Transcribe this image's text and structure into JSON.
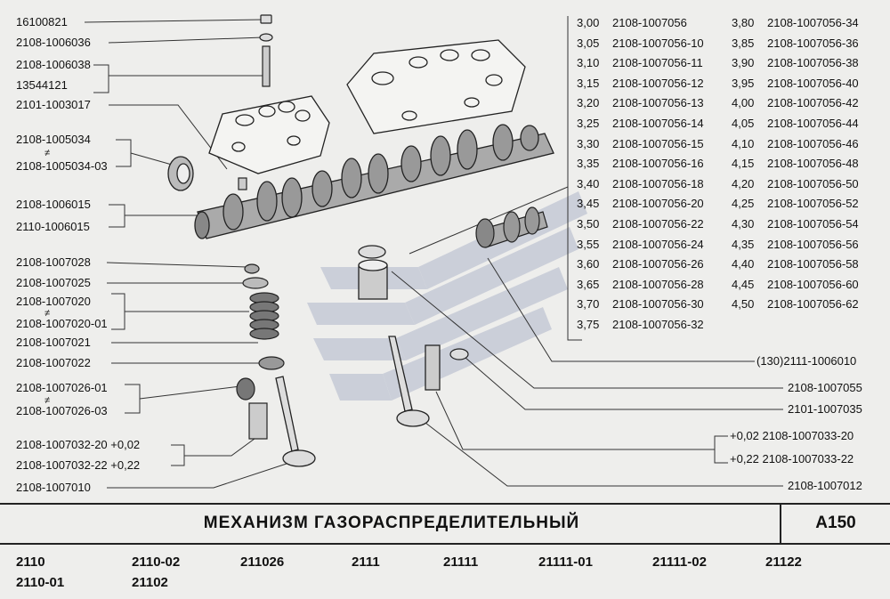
{
  "labels_left": [
    "16100821",
    "2108-1006036",
    "2108-1006038",
    "13544121",
    "2101-1003017",
    "2108-1005034",
    "≠",
    "2108-1005034-03",
    "2108-1006015",
    "2110-1006015",
    "2108-1007028",
    "2108-1007025",
    "2108-1007020",
    "≠",
    "2108-1007020-01",
    "2108-1007021",
    "2108-1007022",
    "2108-1007026-01",
    "≠",
    "2108-1007026-03",
    "2108-1007032-20  +0,02",
    "2108-1007032-22  +0,22",
    "2108-1007010"
  ],
  "labels_right": [
    "(130)2111-1006010",
    "2108-1007055",
    "2101-1007035",
    "+0,02  2108-1007033-20",
    "+0,22  2108-1007033-22",
    "2108-1007012"
  ],
  "shim_table": [
    [
      "3,00",
      "2108-1007056",
      "3,80",
      "2108-1007056-34"
    ],
    [
      "3,05",
      "2108-1007056-10",
      "3,85",
      "2108-1007056-36"
    ],
    [
      "3,10",
      "2108-1007056-11",
      "3,90",
      "2108-1007056-38"
    ],
    [
      "3,15",
      "2108-1007056-12",
      "3,95",
      "2108-1007056-40"
    ],
    [
      "3,20",
      "2108-1007056-13",
      "4,00",
      "2108-1007056-42"
    ],
    [
      "3,25",
      "2108-1007056-14",
      "4,05",
      "2108-1007056-44"
    ],
    [
      "3,30",
      "2108-1007056-15",
      "4,10",
      "2108-1007056-46"
    ],
    [
      "3,35",
      "2108-1007056-16",
      "4,15",
      "2108-1007056-48"
    ],
    [
      "3,40",
      "2108-1007056-18",
      "4,20",
      "2108-1007056-50"
    ],
    [
      "3,45",
      "2108-1007056-20",
      "4,25",
      "2108-1007056-52"
    ],
    [
      "3,50",
      "2108-1007056-22",
      "4,30",
      "2108-1007056-54"
    ],
    [
      "3,55",
      "2108-1007056-24",
      "4,35",
      "2108-1007056-56"
    ],
    [
      "3,60",
      "2108-1007056-26",
      "4,40",
      "2108-1007056-58"
    ],
    [
      "3,65",
      "2108-1007056-28",
      "4,45",
      "2108-1007056-60"
    ],
    [
      "3,70",
      "2108-1007056-30",
      "4,50",
      "2108-1007056-62"
    ],
    [
      "3,75",
      "2108-1007056-32",
      "",
      ""
    ]
  ],
  "title": "МЕХАНИЗМ  ГАЗОРАСПРЕДЕЛИТЕЛЬНЫЙ",
  "page_code": "A150",
  "models_row1": [
    "2110",
    "2110-02",
    "211026",
    "2111",
    "21111",
    "21111-01",
    "21111-02",
    "21122"
  ],
  "models_row2": [
    "2110-01",
    "21102"
  ]
}
